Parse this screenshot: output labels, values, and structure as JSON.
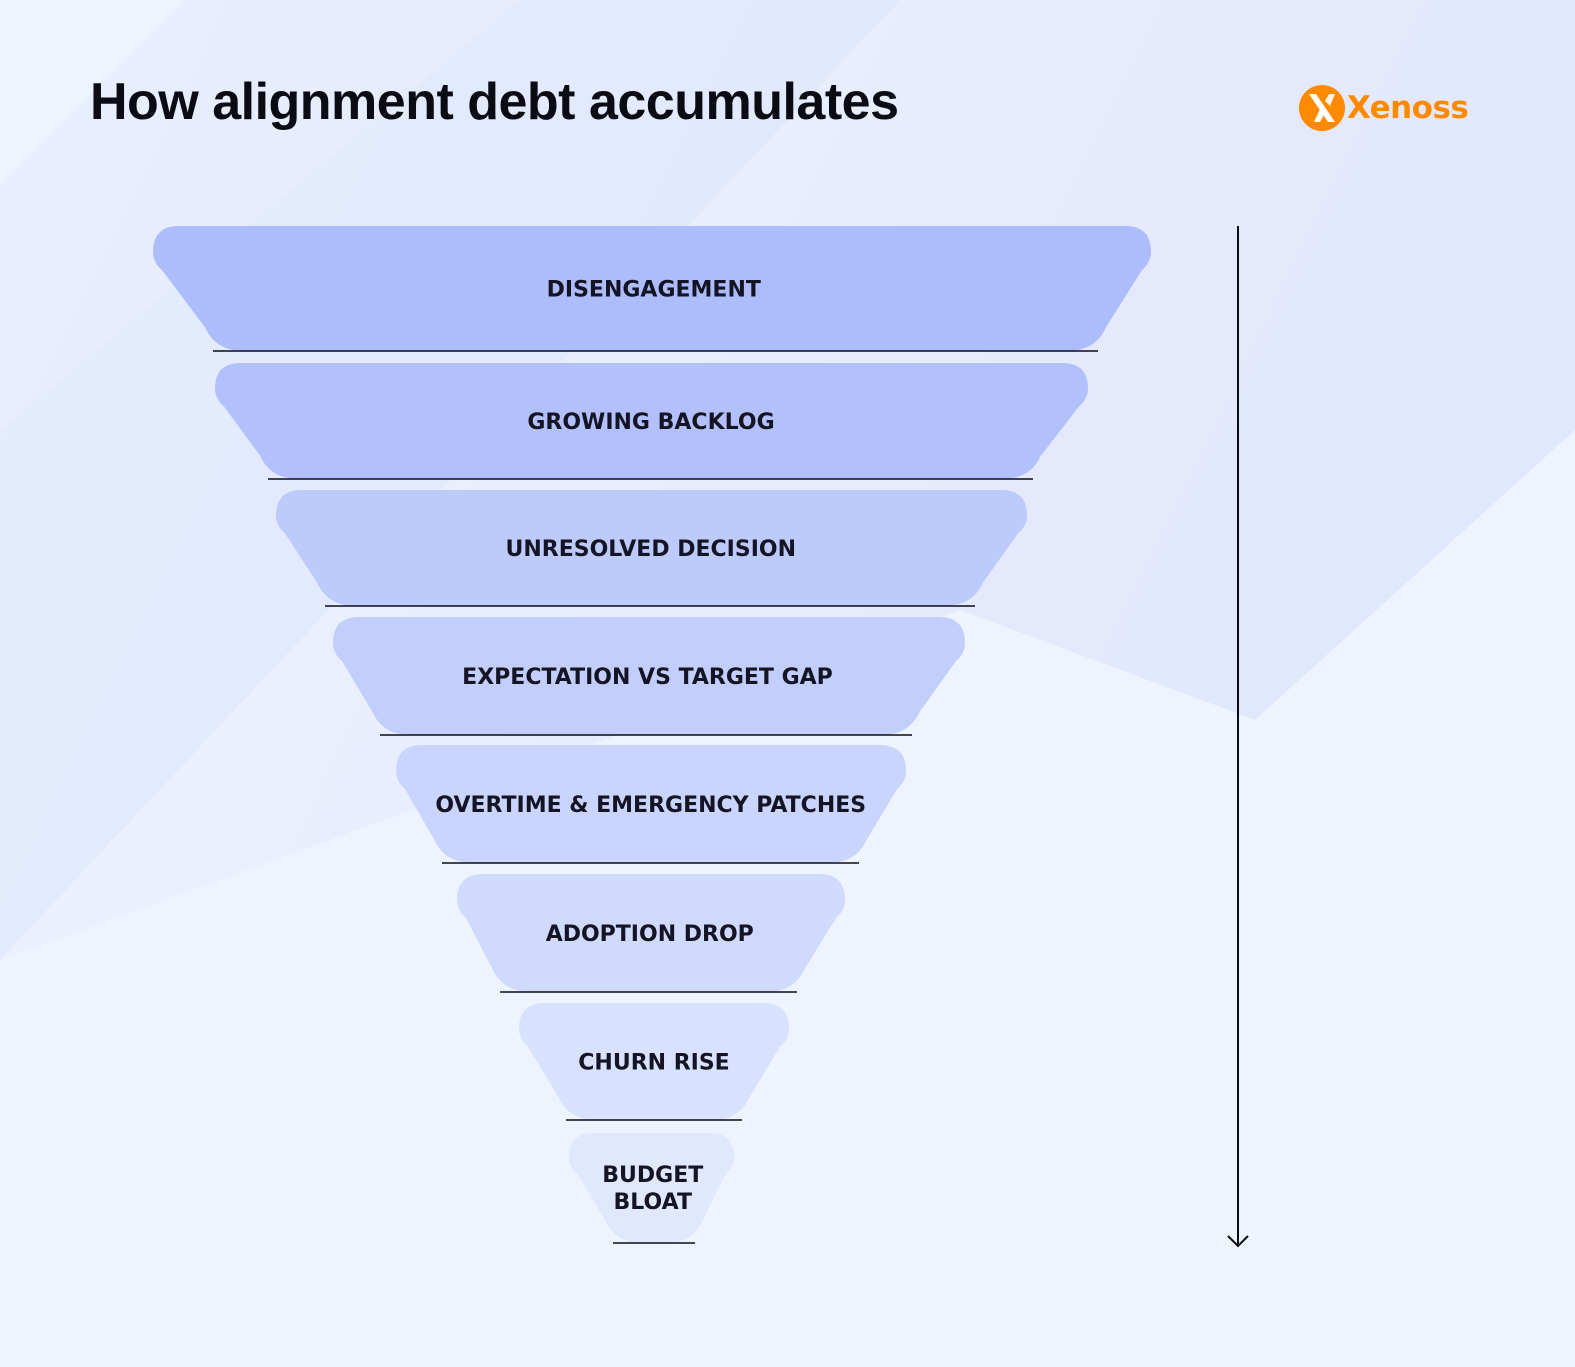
{
  "title": "How alignment debt accumulates",
  "brand": {
    "name": "Xenoss",
    "color": "#ff8a00"
  },
  "funnel": {
    "stages": [
      {
        "label": "DISENGAGEMENT",
        "color": "#adbcfb"
      },
      {
        "label": "GROWING BACKLOG",
        "color": "#b2c1fb"
      },
      {
        "label": "UNRESOLVED DECISION",
        "color": "#bccafc"
      },
      {
        "label": "EXPECTATION VS TARGET GAP",
        "color": "#c2cffc"
      },
      {
        "label": "OVERTIME & EMERGENCY PATCHES",
        "color": "#c9d5fc"
      },
      {
        "label": "ADOPTION DROP",
        "color": "#cfdafd"
      },
      {
        "label": "CHURN RISE",
        "color": "#d8e1fd"
      },
      {
        "label": "BUDGET BLOAT",
        "color": "#e1e8fe"
      }
    ]
  },
  "colors": {
    "background": "#eef4fd",
    "text": "#141424",
    "line": "#0b0b14"
  }
}
